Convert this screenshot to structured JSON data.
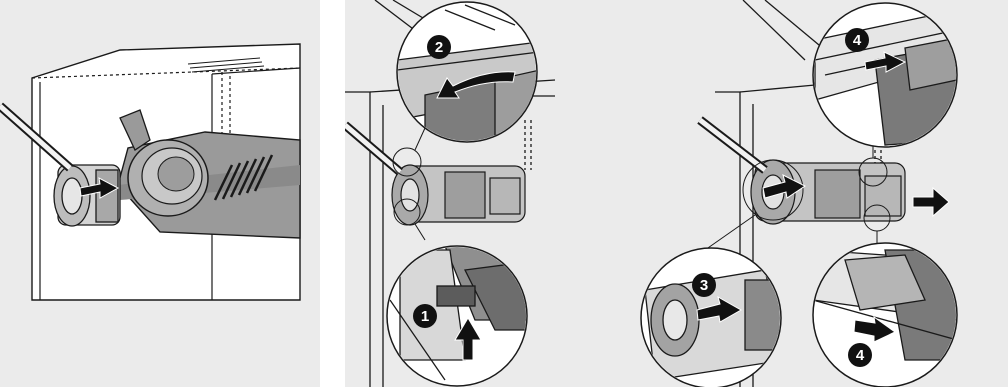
{
  "figures": [
    {
      "id": "figure-1"
    },
    {
      "id": "figure-2"
    }
  ],
  "steps": [
    {
      "number": "1"
    },
    {
      "number": "2"
    },
    {
      "number": "3"
    },
    {
      "number": "4"
    },
    {
      "number": "4"
    }
  ],
  "colors": {
    "panel_background": "#ebebeb",
    "line": "#1a1a1a",
    "housing_gray": "#9a9a9a",
    "arrow_black": "#111111"
  },
  "icons": [
    "push-arrow-icon",
    "rotate-arrow-icon",
    "pull-arrow-icon"
  ]
}
